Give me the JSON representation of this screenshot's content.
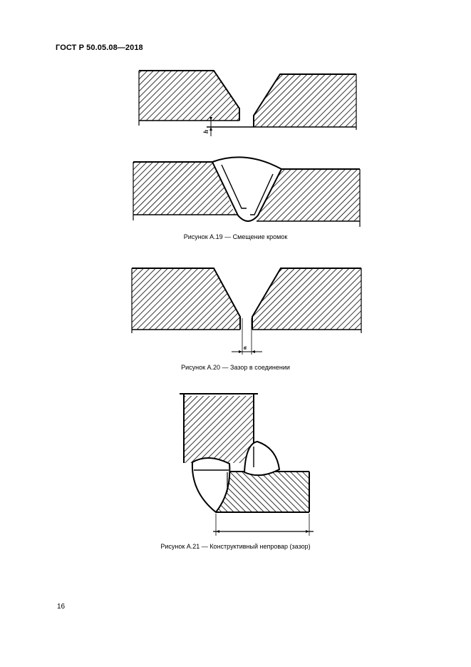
{
  "header": {
    "standard": "ГОСТ Р 50.05.08—2018"
  },
  "figures": [
    {
      "id": "A.19",
      "caption": "Рисунок А.19 — Смещение кромок",
      "dimension_label": "h"
    },
    {
      "id": "A.20",
      "caption": "Рисунок А.20 — Зазор в соединении",
      "dimension_label": "в"
    },
    {
      "id": "A.21",
      "caption": "Рисунок А.21 — Конструктивный непровар (зазор)"
    }
  ],
  "footer": {
    "page_number": "16"
  }
}
